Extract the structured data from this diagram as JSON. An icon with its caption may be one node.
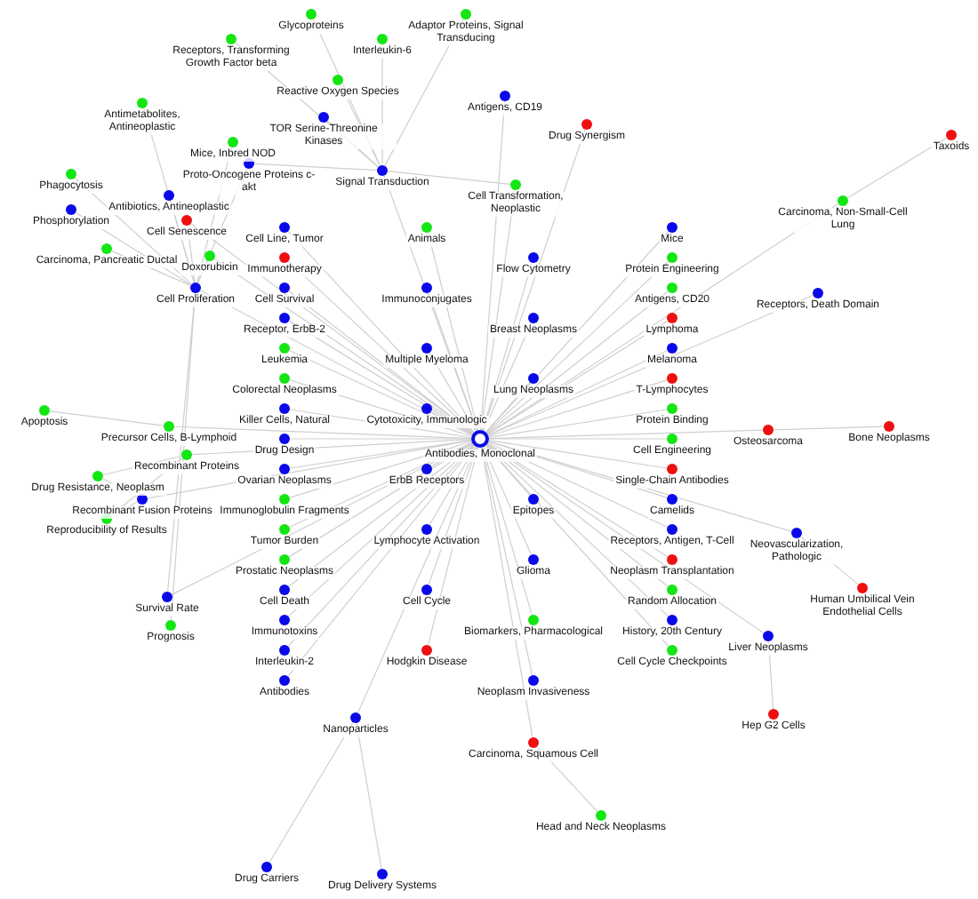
{
  "diagram": {
    "nodes": [
      {
        "text": [],
        "shape": "circle",
        "beside": [
          "Antibodies, Monoclonal"
        ]
      },
      {
        "text": [],
        "shape": "circle",
        "beside": [
          "Signal Transduction"
        ]
      },
      {
        "text": [],
        "shape": "circle",
        "beside": [
          "Cell Proliferation"
        ]
      },
      {
        "text": [],
        "shape": "circle",
        "beside": [
          "Nanoparticles"
        ]
      },
      {
        "text": [],
        "shape": "circle",
        "beside": [
          "Receptors, Transforming Growth Factor beta"
        ]
      },
      {
        "text": [],
        "shape": "circle",
        "beside": [
          "Glycoproteins"
        ]
      },
      {
        "text": [],
        "shape": "circle",
        "beside": [
          "Adaptor Proteins, Signal Transducing"
        ]
      },
      {
        "text": [],
        "shape": "circle",
        "beside": [
          "Interleukin-6"
        ]
      },
      {
        "text": [],
        "shape": "circle",
        "beside": [
          "Reactive Oxygen Species"
        ]
      },
      {
        "text": [],
        "shape": "circle",
        "beside": [
          "Antimetabolites, Antineoplastic"
        ]
      },
      {
        "text": [],
        "shape": "circle",
        "beside": [
          "TOR Serine-Threonine Kinases"
        ]
      },
      {
        "text": [],
        "shape": "circle",
        "beside": [
          "Mice, Inbred NOD"
        ]
      },
      {
        "text": [],
        "shape": "circle",
        "beside": [
          "Proto-Oncogene Proteins c-akt"
        ]
      },
      {
        "text": [],
        "shape": "circle",
        "beside": [
          "Phagocytosis"
        ]
      },
      {
        "text": [],
        "shape": "circle",
        "beside": [
          "Antibiotics, Antineoplastic"
        ]
      },
      {
        "text": [],
        "shape": "circle",
        "beside": [
          "Phosphorylation"
        ]
      },
      {
        "text": [],
        "shape": "circle",
        "beside": [
          "Cell Transformation, Neoplastic"
        ]
      },
      {
        "text": [],
        "shape": "circle",
        "beside": [
          "Cell Senescence"
        ]
      },
      {
        "text": [],
        "shape": "circle",
        "beside": [
          "Carcinoma, Pancreatic Ductal"
        ]
      },
      {
        "text": [],
        "shape": "circle",
        "beside": [
          "Doxorubicin"
        ]
      },
      {
        "text": [],
        "shape": "circle",
        "beside": [
          "Antigens, CD19"
        ]
      },
      {
        "text": [],
        "shape": "circle",
        "beside": [
          "Drug Synergism"
        ]
      },
      {
        "text": [],
        "shape": "circle",
        "beside": [
          "Carcinoma, Non-Small-Cell Lung"
        ]
      },
      {
        "text": [],
        "shape": "circle",
        "beside": [
          "Taxoids"
        ]
      },
      {
        "text": [],
        "shape": "circle",
        "beside": [
          "Osteosarcoma"
        ]
      },
      {
        "text": [],
        "shape": "circle",
        "beside": [
          "Bone Neoplasms"
        ]
      },
      {
        "text": [],
        "shape": "circle",
        "beside": [
          "Neovascularization, Pathologic"
        ]
      },
      {
        "text": [],
        "shape": "circle",
        "beside": [
          "Human Umbilical Vein Endothelial Cells"
        ]
      },
      {
        "text": [],
        "shape": "circle",
        "beside": [
          "Liver Neoplasms"
        ]
      },
      {
        "text": [],
        "shape": "circle",
        "beside": [
          "Hep G2 Cells"
        ]
      },
      {
        "text": [],
        "shape": "circle",
        "beside": [
          "Carcinoma, Squamous Cell"
        ]
      },
      {
        "text": [],
        "shape": "circle",
        "beside": [
          "Head and Neck Neoplasms"
        ]
      },
      {
        "text": [],
        "shape": "circle",
        "beside": [
          "Drug Carriers"
        ]
      },
      {
        "text": [],
        "shape": "circle",
        "beside": [
          "Drug Delivery Systems"
        ]
      },
      {
        "text": [],
        "shape": "circle",
        "beside": [
          "Survival Rate"
        ]
      },
      {
        "text": [],
        "shape": "circle",
        "beside": [
          "Prognosis"
        ]
      },
      {
        "text": [],
        "shape": "circle",
        "beside": [
          "Apoptosis"
        ]
      },
      {
        "text": [],
        "shape": "circle",
        "beside": [
          "Precursor Cells, B-Lymphoid"
        ]
      },
      {
        "text": [],
        "shape": "circle",
        "beside": [
          "Drug Resistance, Neoplasm"
        ]
      },
      {
        "text": [],
        "shape": "circle",
        "beside": [
          "Reproducibility of Results"
        ]
      },
      {
        "text": [],
        "shape": "circle",
        "beside": [
          "Recombinant Fusion Proteins"
        ]
      },
      {
        "text": [],
        "shape": "circle",
        "beside": [
          "Recombinant Proteins"
        ]
      },
      {
        "text": [],
        "shape": "circle",
        "beside": [
          "Receptors, Death Domain"
        ]
      },
      {
        "text": [],
        "shape": "circle",
        "beside": [
          "Cell Line, Tumor"
        ]
      },
      {
        "text": [],
        "shape": "circle",
        "beside": [
          "Animals"
        ]
      },
      {
        "text": [],
        "shape": "circle",
        "beside": [
          "Mice"
        ]
      },
      {
        "text": [],
        "shape": "circle",
        "beside": [
          "Immunotherapy"
        ]
      },
      {
        "text": [],
        "shape": "circle",
        "beside": [
          "Flow Cytometry"
        ]
      },
      {
        "text": [],
        "shape": "circle",
        "beside": [
          "Protein Engineering"
        ]
      },
      {
        "text": [],
        "shape": "circle",
        "beside": [
          "Cell Survival"
        ]
      },
      {
        "text": [],
        "shape": "circle",
        "beside": [
          "Immunoconjugates"
        ]
      },
      {
        "text": [],
        "shape": "circle",
        "beside": [
          "Antigens, CD20"
        ]
      },
      {
        "text": [],
        "shape": "circle",
        "beside": [
          "Receptor, ErbB-2"
        ]
      },
      {
        "text": [],
        "shape": "circle",
        "beside": [
          "Breast Neoplasms"
        ]
      },
      {
        "text": [],
        "shape": "circle",
        "beside": [
          "Lymphoma"
        ]
      },
      {
        "text": [],
        "shape": "circle",
        "beside": [
          "Leukemia"
        ]
      },
      {
        "text": [],
        "shape": "circle",
        "beside": [
          "Multiple Myeloma"
        ]
      },
      {
        "text": [],
        "shape": "circle",
        "beside": [
          "Melanoma"
        ]
      },
      {
        "text": [],
        "shape": "circle",
        "beside": [
          "Colorectal Neoplasms"
        ]
      },
      {
        "text": [],
        "shape": "circle",
        "beside": [
          "Lung Neoplasms"
        ]
      },
      {
        "text": [],
        "shape": "circle",
        "beside": [
          "T-Lymphocytes"
        ]
      },
      {
        "text": [],
        "shape": "circle",
        "beside": [
          "Killer Cells, Natural"
        ]
      },
      {
        "text": [],
        "shape": "circle",
        "beside": [
          "Cytotoxicity, Immunologic"
        ]
      },
      {
        "text": [],
        "shape": "circle",
        "beside": [
          "Protein Binding"
        ]
      },
      {
        "text": [],
        "shape": "circle",
        "beside": [
          "Drug Design"
        ]
      },
      {
        "text": [],
        "shape": "circle",
        "beside": [
          "Cell Engineering"
        ]
      },
      {
        "text": [],
        "shape": "circle",
        "beside": [
          "Ovarian Neoplasms"
        ]
      },
      {
        "text": [],
        "shape": "circle",
        "beside": [
          "ErbB Receptors"
        ]
      },
      {
        "text": [],
        "shape": "circle",
        "beside": [
          "Single-Chain Antibodies"
        ]
      },
      {
        "text": [],
        "shape": "circle",
        "beside": [
          "Immunoglobulin Fragments"
        ]
      },
      {
        "text": [],
        "shape": "circle",
        "beside": [
          "Epitopes"
        ]
      },
      {
        "text": [],
        "shape": "circle",
        "beside": [
          "Camelids"
        ]
      },
      {
        "text": [],
        "shape": "circle",
        "beside": [
          "Tumor Burden"
        ]
      },
      {
        "text": [],
        "shape": "circle",
        "beside": [
          "Lymphocyte Activation"
        ]
      },
      {
        "text": [],
        "shape": "circle",
        "beside": [
          "Receptors, Antigen, T-Cell"
        ]
      },
      {
        "text": [],
        "shape": "circle",
        "beside": [
          "Prostatic Neoplasms"
        ]
      },
      {
        "text": [],
        "shape": "circle",
        "beside": [
          "Glioma"
        ]
      },
      {
        "text": [],
        "shape": "circle",
        "beside": [
          "Neoplasm Transplantation"
        ]
      },
      {
        "text": [],
        "shape": "circle",
        "beside": [
          "Cell Death"
        ]
      },
      {
        "text": [],
        "shape": "circle",
        "beside": [
          "Cell Cycle"
        ]
      },
      {
        "text": [],
        "shape": "circle",
        "beside": [
          "Random Allocation"
        ]
      },
      {
        "text": [],
        "shape": "circle",
        "beside": [
          "Immunotoxins"
        ]
      },
      {
        "text": [],
        "shape": "circle",
        "beside": [
          "Biomarkers, Pharmacological"
        ]
      },
      {
        "text": [],
        "shape": "circle",
        "beside": [
          "History, 20th Century"
        ]
      },
      {
        "text": [],
        "shape": "circle",
        "beside": [
          "Interleukin-2"
        ]
      },
      {
        "text": [],
        "shape": "circle",
        "beside": [
          "Hodgkin Disease"
        ]
      },
      {
        "text": [],
        "shape": "circle",
        "beside": [
          "Cell Cycle Checkpoints"
        ]
      },
      {
        "text": [],
        "shape": "circle",
        "beside": [
          "Antibodies"
        ]
      },
      {
        "text": [],
        "shape": "circle",
        "beside": [
          "Neoplasm Invasiveness"
        ]
      }
    ],
    "edges": [
      {
        "from": 0,
        "to": 1,
        "arrow": "none"
      },
      {
        "from": 0,
        "to": 2,
        "arrow": "none"
      },
      {
        "from": 0,
        "to": 3,
        "arrow": "none"
      },
      {
        "from": 0,
        "to": 16,
        "arrow": "none"
      },
      {
        "from": 0,
        "to": 17,
        "arrow": "none"
      },
      {
        "from": 0,
        "to": 19,
        "arrow": "none"
      },
      {
        "from": 0,
        "to": 20,
        "arrow": "none"
      },
      {
        "from": 0,
        "to": 21,
        "arrow": "none"
      },
      {
        "from": 0,
        "to": 22,
        "arrow": "none"
      },
      {
        "from": 0,
        "to": 24,
        "arrow": "none"
      },
      {
        "from": 0,
        "to": 26,
        "arrow": "none"
      },
      {
        "from": 0,
        "to": 28,
        "arrow": "none"
      },
      {
        "from": 0,
        "to": 30,
        "arrow": "none"
      },
      {
        "from": 0,
        "to": 34,
        "arrow": "none"
      },
      {
        "from": 0,
        "to": 37,
        "arrow": "none"
      },
      {
        "from": 0,
        "to": 40,
        "arrow": "none"
      },
      {
        "from": 0,
        "to": 41,
        "arrow": "none"
      },
      {
        "from": 0,
        "to": 42,
        "arrow": "none"
      },
      {
        "from": 1,
        "to": 4,
        "arrow": "none"
      },
      {
        "from": 1,
        "to": 5,
        "arrow": "none"
      },
      {
        "from": 1,
        "to": 6,
        "arrow": "none"
      },
      {
        "from": 1,
        "to": 7,
        "arrow": "none"
      },
      {
        "from": 1,
        "to": 8,
        "arrow": "none"
      },
      {
        "from": 1,
        "to": 10,
        "arrow": "none"
      },
      {
        "from": 1,
        "to": 12,
        "arrow": "none"
      },
      {
        "from": 1,
        "to": 16,
        "arrow": "none"
      },
      {
        "from": 2,
        "to": 9,
        "arrow": "none"
      },
      {
        "from": 2,
        "to": 11,
        "arrow": "none"
      },
      {
        "from": 2,
        "to": 12,
        "arrow": "none"
      },
      {
        "from": 2,
        "to": 13,
        "arrow": "none"
      },
      {
        "from": 2,
        "to": 14,
        "arrow": "none"
      },
      {
        "from": 2,
        "to": 15,
        "arrow": "none"
      },
      {
        "from": 2,
        "to": 18,
        "arrow": "none"
      },
      {
        "from": 2,
        "to": 17,
        "arrow": "none"
      },
      {
        "from": 2,
        "to": 19,
        "arrow": "none"
      },
      {
        "from": 3,
        "to": 32,
        "arrow": "none"
      },
      {
        "from": 3,
        "to": 33,
        "arrow": "none"
      },
      {
        "from": 24,
        "to": 25,
        "arrow": "none"
      },
      {
        "from": 22,
        "to": 23,
        "arrow": "none"
      },
      {
        "from": 26,
        "to": 27,
        "arrow": "none"
      },
      {
        "from": 28,
        "to": 29,
        "arrow": "none"
      },
      {
        "from": 30,
        "to": 31,
        "arrow": "none"
      },
      {
        "from": 36,
        "to": 37,
        "arrow": "none"
      },
      {
        "from": 38,
        "to": 40,
        "arrow": "none"
      },
      {
        "from": 39,
        "to": 40,
        "arrow": "none"
      },
      {
        "from": 38,
        "to": 41,
        "arrow": "none"
      },
      {
        "from": 39,
        "to": 41,
        "arrow": "none"
      },
      {
        "from": 35,
        "to": 2,
        "arrow": "none"
      },
      {
        "from": 34,
        "to": 2,
        "arrow": "none"
      },
      {
        "from": 0,
        "to": 43,
        "arrow": "none"
      },
      {
        "from": 0,
        "to": 44,
        "arrow": "none"
      },
      {
        "from": 0,
        "to": 45,
        "arrow": "none"
      },
      {
        "from": 0,
        "to": 46,
        "arrow": "none"
      },
      {
        "from": 0,
        "to": 47,
        "arrow": "none"
      },
      {
        "from": 0,
        "to": 48,
        "arrow": "none"
      },
      {
        "from": 0,
        "to": 49,
        "arrow": "none"
      },
      {
        "from": 0,
        "to": 50,
        "arrow": "none"
      },
      {
        "from": 0,
        "to": 51,
        "arrow": "none"
      },
      {
        "from": 0,
        "to": 52,
        "arrow": "none"
      },
      {
        "from": 0,
        "to": 53,
        "arrow": "none"
      },
      {
        "from": 0,
        "to": 54,
        "arrow": "none"
      },
      {
        "from": 0,
        "to": 55,
        "arrow": "none"
      },
      {
        "from": 0,
        "to": 56,
        "arrow": "none"
      },
      {
        "from": 0,
        "to": 57,
        "arrow": "none"
      },
      {
        "from": 0,
        "to": 58,
        "arrow": "none"
      },
      {
        "from": 0,
        "to": 59,
        "arrow": "none"
      },
      {
        "from": 0,
        "to": 60,
        "arrow": "none"
      },
      {
        "from": 0,
        "to": 61,
        "arrow": "none"
      },
      {
        "from": 0,
        "to": 62,
        "arrow": "none"
      },
      {
        "from": 0,
        "to": 63,
        "arrow": "none"
      },
      {
        "from": 0,
        "to": 64,
        "arrow": "none"
      },
      {
        "from": 0,
        "to": 65,
        "arrow": "none"
      },
      {
        "from": 0,
        "to": 66,
        "arrow": "none"
      },
      {
        "from": 0,
        "to": 67,
        "arrow": "none"
      },
      {
        "from": 0,
        "to": 68,
        "arrow": "none"
      },
      {
        "from": 0,
        "to": 69,
        "arrow": "none"
      },
      {
        "from": 0,
        "to": 70,
        "arrow": "none"
      },
      {
        "from": 0,
        "to": 71,
        "arrow": "none"
      },
      {
        "from": 0,
        "to": 72,
        "arrow": "none"
      },
      {
        "from": 0,
        "to": 73,
        "arrow": "none"
      },
      {
        "from": 0,
        "to": 74,
        "arrow": "none"
      },
      {
        "from": 0,
        "to": 75,
        "arrow": "none"
      },
      {
        "from": 0,
        "to": 76,
        "arrow": "none"
      },
      {
        "from": 0,
        "to": 77,
        "arrow": "none"
      },
      {
        "from": 0,
        "to": 78,
        "arrow": "none"
      },
      {
        "from": 0,
        "to": 79,
        "arrow": "none"
      },
      {
        "from": 0,
        "to": 80,
        "arrow": "none"
      },
      {
        "from": 0,
        "to": 81,
        "arrow": "none"
      },
      {
        "from": 0,
        "to": 82,
        "arrow": "none"
      },
      {
        "from": 0,
        "to": 83,
        "arrow": "none"
      },
      {
        "from": 0,
        "to": 84,
        "arrow": "none"
      },
      {
        "from": 0,
        "to": 85,
        "arrow": "none"
      },
      {
        "from": 0,
        "to": 86,
        "arrow": "none"
      },
      {
        "from": 0,
        "to": 87,
        "arrow": "none"
      },
      {
        "from": 0,
        "to": 88,
        "arrow": "none"
      }
    ]
  }
}
